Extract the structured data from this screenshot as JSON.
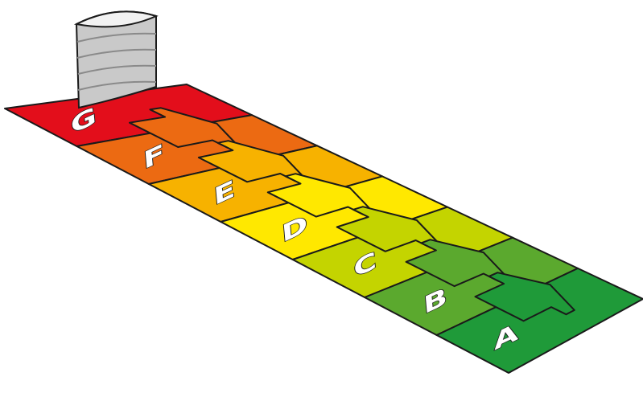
{
  "scale": {
    "classes": [
      {
        "label": "G",
        "color": "#e30e1b"
      },
      {
        "label": "F",
        "color": "#ec6a12"
      },
      {
        "label": "E",
        "color": "#f7b200"
      },
      {
        "label": "D",
        "color": "#ffe800"
      },
      {
        "label": "C",
        "color": "#c4d400"
      },
      {
        "label": "B",
        "color": "#5ba92e"
      },
      {
        "label": "A",
        "color": "#1f9a39"
      }
    ],
    "marker_icon": "stacked-discs-icon",
    "marker_position_label": "G",
    "arrow_icon": "step-down-arrow-icon",
    "outline_color": "#1a1a1a"
  }
}
